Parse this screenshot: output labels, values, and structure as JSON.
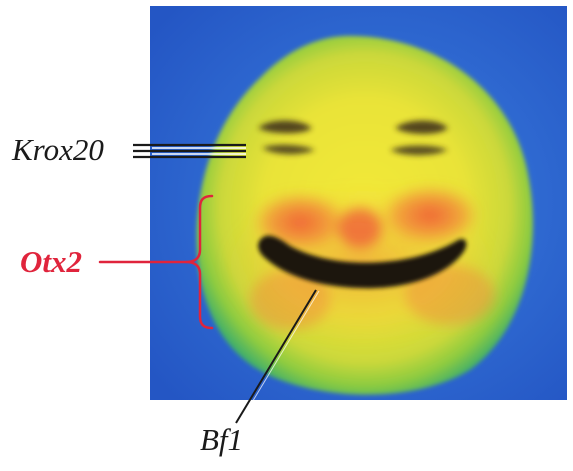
{
  "labels": {
    "krox20": "Krox20",
    "otx2": "Otx2",
    "bf1": "Bf1"
  },
  "colors": {
    "background_blue": "#2f6fd3",
    "face_yellow": "#e9e636",
    "face_green": "#6fc23f",
    "expression_red": "#e0243c",
    "expression_dark": "#1b1410",
    "otx2_label": "#e0243c"
  }
}
